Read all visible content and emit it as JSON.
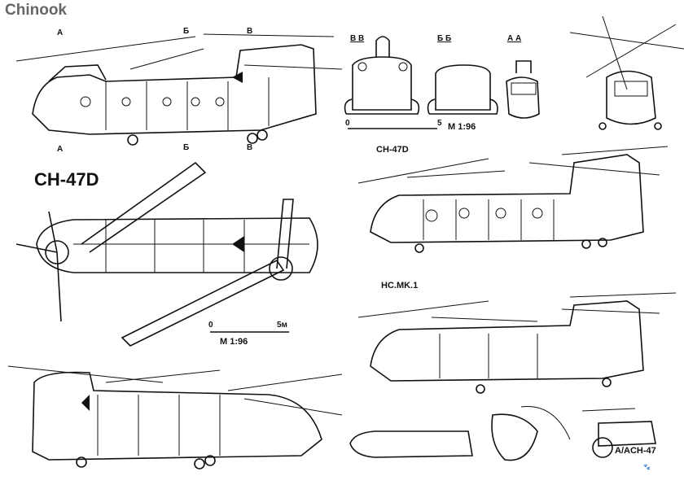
{
  "title": "Chinook",
  "section_marks": {
    "a": "А",
    "b": "Б",
    "v": "В"
  },
  "section_views": [
    "В В",
    "Б Б",
    "А А"
  ],
  "model_labels": {
    "main": "CH-47D",
    "side_ch47d": "CH-47D",
    "hc": "HC.MK.1",
    "gunship": "A/ACH-47"
  },
  "scales": {
    "sections": {
      "start": "0",
      "end": "5",
      "ratio": "M 1:96"
    },
    "plan": {
      "start": "0",
      "end": "5м",
      "ratio": "M 1:96"
    }
  }
}
